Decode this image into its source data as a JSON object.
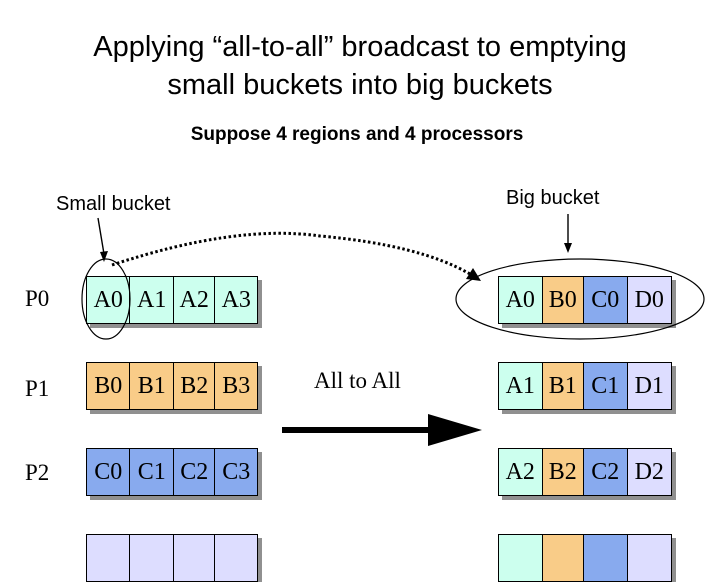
{
  "title": {
    "line1": "Applying “all-to-all” broadcast to emptying",
    "line2": "small buckets into big buckets"
  },
  "subtitle": "Suppose 4 regions and 4 processors",
  "labels": {
    "small_bucket": "Small bucket",
    "big_bucket": "Big bucket",
    "all_to_all": "All to All"
  },
  "processors": [
    "P0",
    "P1",
    "P2"
  ],
  "colors": {
    "A": "#ccffee",
    "B": "#f9cc88",
    "C": "#88aaee",
    "D": "#ddddff"
  },
  "small_buckets": [
    [
      "A0",
      "A1",
      "A2",
      "A3"
    ],
    [
      "B0",
      "B1",
      "B2",
      "B3"
    ],
    [
      "C0",
      "C1",
      "C2",
      "C3"
    ]
  ],
  "big_buckets": [
    [
      "A0",
      "B0",
      "C0",
      "D0"
    ],
    [
      "A1",
      "B1",
      "C1",
      "D1"
    ],
    [
      "A2",
      "B2",
      "C2",
      "D2"
    ]
  ]
}
